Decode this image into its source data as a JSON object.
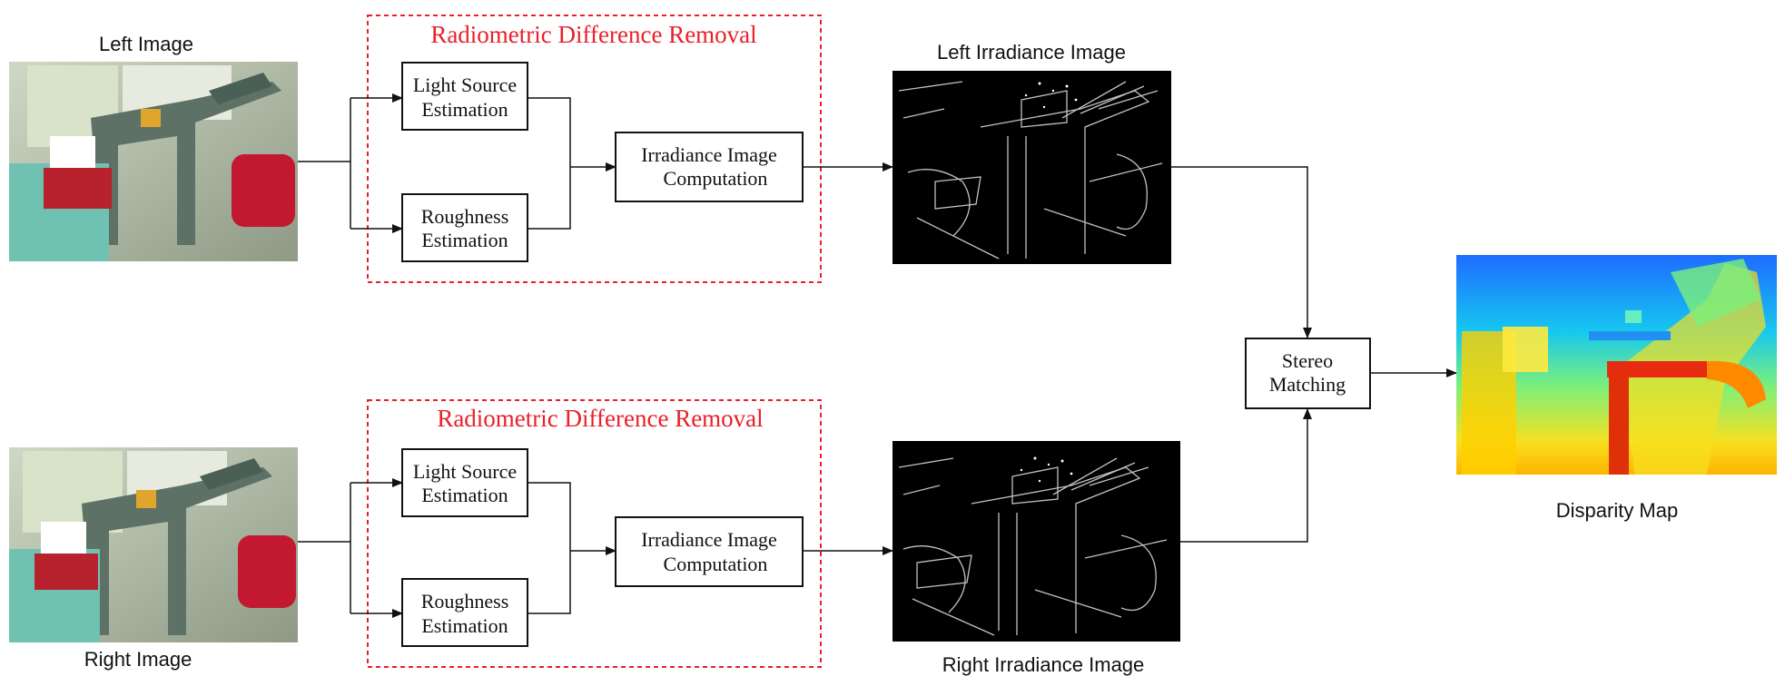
{
  "labels": {
    "left_image": "Left Image",
    "right_image": "Right Image",
    "left_irradiance": "Left Irradiance Image",
    "right_irradiance": "Right Irradiance Image",
    "disparity_map": "Disparity Map"
  },
  "panels": [
    {
      "title": "Radiometric Difference Removal",
      "light_source": [
        "Light Source",
        "Estimation"
      ],
      "roughness": [
        "Roughness",
        "Estimation"
      ],
      "irradiance": [
        "Irradiance Image",
        "Computation"
      ]
    },
    {
      "title": "Radiometric Difference Removal",
      "light_source": [
        "Light Source",
        "Estimation"
      ],
      "roughness": [
        "Roughness",
        "Estimation"
      ],
      "irradiance": [
        "Irradiance Image",
        "Computation"
      ]
    }
  ],
  "stereo": [
    "Stereo",
    "Matching"
  ],
  "colors": {
    "accent": "#e8202a",
    "stroke": "#111111"
  }
}
